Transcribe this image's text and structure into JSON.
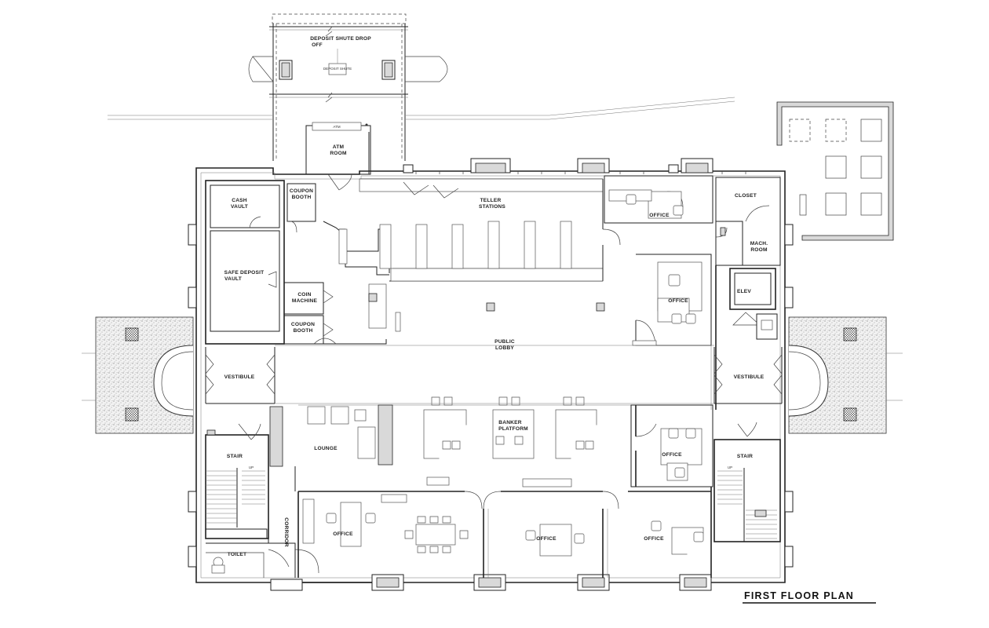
{
  "plan_title": "FIRST FLOOR PLAN",
  "rooms": {
    "deposit_drop_line1": "DEPOSIT SHUTE DROP",
    "deposit_drop_line2": "OFF",
    "deposit_box": "DEPOSIT SHUTE",
    "atm": "ATM",
    "atm_room_line1": "ATM",
    "atm_room_line2": "ROOM",
    "coupon_booth_top_line1": "COUPON",
    "coupon_booth_top_line2": "BOOTH",
    "cash_vault_line1": "CASH",
    "cash_vault_line2": "VAULT",
    "safe_deposit_line1": "SAFE DEPOSIT",
    "safe_deposit_line2": "VAULT",
    "coin_machine_line1": "COIN",
    "coin_machine_line2": "MACHINE",
    "coupon_booth_bottom_line1": "COUPON",
    "coupon_booth_bottom_line2": "BOOTH",
    "teller_line1": "TELLER",
    "teller_line2": "STATIONS",
    "office_top": "OFFICE",
    "closet": "CLOSET",
    "mach_room_line1": "MACH.",
    "mach_room_line2": "ROOM",
    "elev": "ELEV",
    "office_right_upper": "OFFICE",
    "public_lobby_line1": "PUBLIC",
    "public_lobby_line2": "LOBBY",
    "vestibule_left": "VESTIBULE",
    "vestibule_right": "VESTIBULE",
    "lounge": "LOUNGE",
    "banker_line1": "BANKER",
    "banker_line2": "PLATFORM",
    "office_right_lower": "OFFICE",
    "stair_left": "STAIR",
    "stair_right": "STAIR",
    "up_left": "UP",
    "up_right": "UP",
    "corridor": "CORRIDOR",
    "toilet": "TOILET",
    "office_bottom_left": "OFFICE",
    "office_bottom_center": "OFFICE",
    "office_bottom_right": "OFFICE"
  }
}
